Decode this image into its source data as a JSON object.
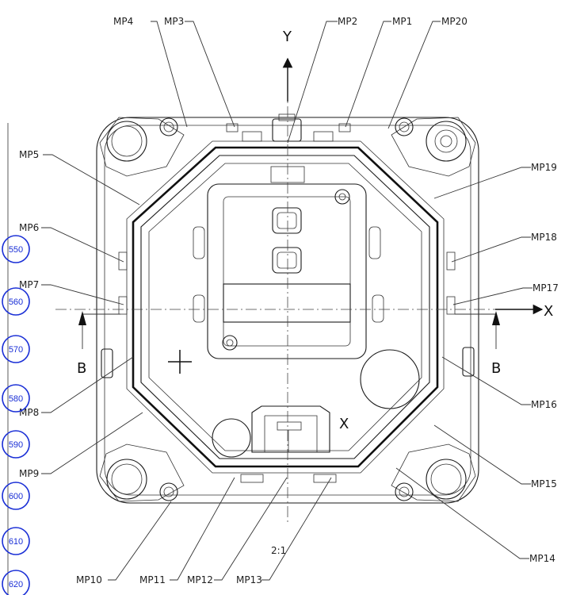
{
  "view": {
    "scale_label": "2:1",
    "axis_x_label": "X",
    "axis_y_label": "Y",
    "section_left_label": "B",
    "section_right_label": "B",
    "datum_mark_label": "X"
  },
  "measure_points": {
    "top": [
      "MP4",
      "MP3",
      "MP2",
      "MP1",
      "MP20"
    ],
    "left": [
      "MP5",
      "MP6",
      "MP7",
      "MP8",
      "MP9"
    ],
    "right": [
      "MP19",
      "MP18",
      "MP17",
      "MP16",
      "MP15",
      "MP14"
    ],
    "bottom": [
      "MP10",
      "MP11",
      "MP12",
      "MP13"
    ]
  },
  "balloons": [
    "550",
    "560",
    "570",
    "580",
    "590",
    "600",
    "610",
    "620"
  ],
  "colors": {
    "line": "#1a1a1a",
    "balloon": "#1a2fd6",
    "background": "#ffffff"
  }
}
